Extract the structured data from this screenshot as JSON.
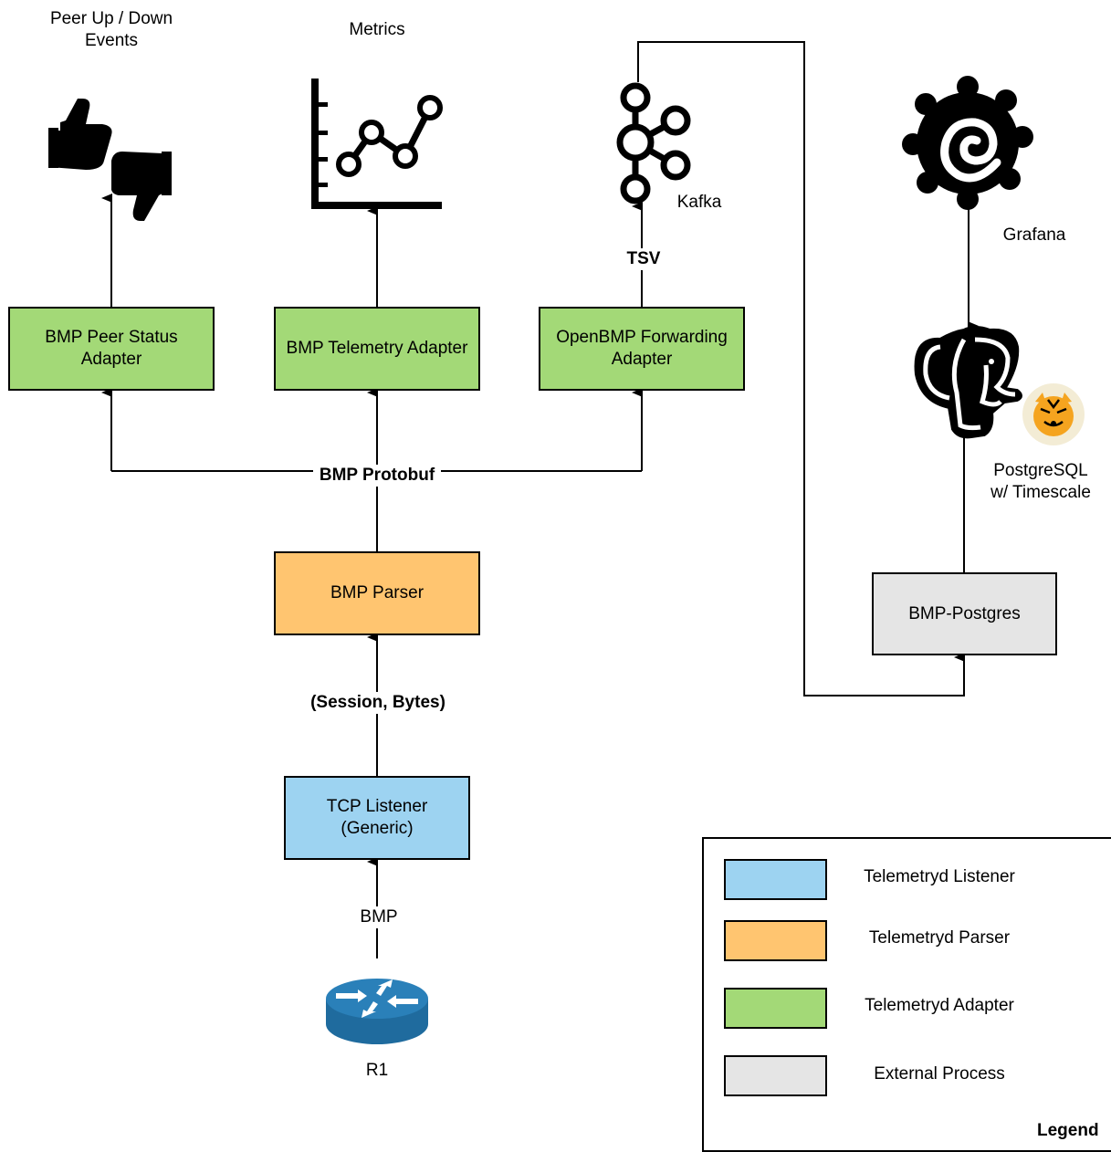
{
  "nodes": {
    "peer_status": {
      "label": "BMP Peer Status\nAdapter"
    },
    "telemetry": {
      "label": "BMP Telemetry Adapter"
    },
    "forwarding": {
      "label": "OpenBMP Forwarding\nAdapter"
    },
    "parser": {
      "label": "BMP Parser"
    },
    "listener": {
      "label": "TCP Listener\n(Generic)"
    },
    "bmp_postgres": {
      "label": "BMP-Postgres"
    }
  },
  "icons": {
    "peer_events": {
      "icon": "thumbs-up-down-icon",
      "label": "Peer Up / Down\nEvents"
    },
    "metrics": {
      "icon": "line-chart-icon",
      "label": "Metrics"
    },
    "kafka": {
      "icon": "kafka-icon",
      "label": "Kafka"
    },
    "grafana": {
      "icon": "grafana-icon",
      "label": "Grafana"
    },
    "postgres": {
      "icon": "postgresql-elephant-icon",
      "label": "PostgreSQL\nw/ Timescale"
    },
    "router": {
      "icon": "router-icon",
      "label": "R1"
    }
  },
  "edges": {
    "bmp_protobuf": "BMP Protobuf",
    "tsv": "TSV",
    "session_bytes": "(Session, Bytes)",
    "bmp": "BMP"
  },
  "legend": {
    "title": "Legend",
    "items": [
      {
        "label": "Telemetryd Listener",
        "color": "#9dd3f1"
      },
      {
        "label": "Telemetryd Parser",
        "color": "#ffc570"
      },
      {
        "label": "Telemetryd Adapter",
        "color": "#a3d977"
      },
      {
        "label": "External Process",
        "color": "#e5e5e5"
      }
    ]
  },
  "colors": {
    "adapter": "#a3d977",
    "parser": "#ffc570",
    "listener": "#9dd3f1",
    "external": "#e5e5e5",
    "router": "#1f6b9e"
  }
}
